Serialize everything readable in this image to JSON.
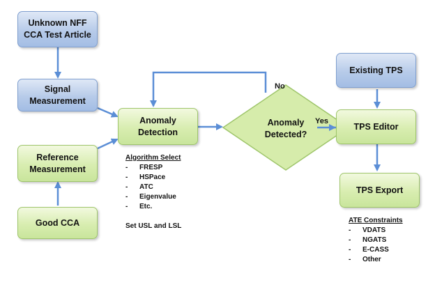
{
  "nodes": {
    "unknown": "Unknown NFF\nCCA Test Article",
    "signal": "Signal\nMeasurement",
    "reference": "Reference\nMeasurement",
    "good_cca": "Good CCA",
    "anomaly_detection": "Anomaly\nDetection",
    "anomaly_detected": "Anomaly\nDetected?",
    "existing_tps": "Existing TPS",
    "tps_editor": "TPS Editor",
    "tps_export": "TPS Export"
  },
  "edge_labels": {
    "no": "No",
    "yes": "Yes"
  },
  "algorithm_select": {
    "title": "Algorithm Select",
    "items": [
      "FRESP",
      "HSPace",
      "ATC",
      "Eigenvalue",
      "Etc."
    ],
    "footer": "Set USL and LSL"
  },
  "ate_constraints": {
    "title": "ATE Constraints",
    "items": [
      "VDATS",
      "NGATS",
      "E-CASS",
      "Other"
    ]
  },
  "colors": {
    "arrow": "#5b8ed6",
    "blue_box": "#b7cbe9",
    "green_box": "#d8edb0",
    "diamond": "#d6ecab"
  }
}
